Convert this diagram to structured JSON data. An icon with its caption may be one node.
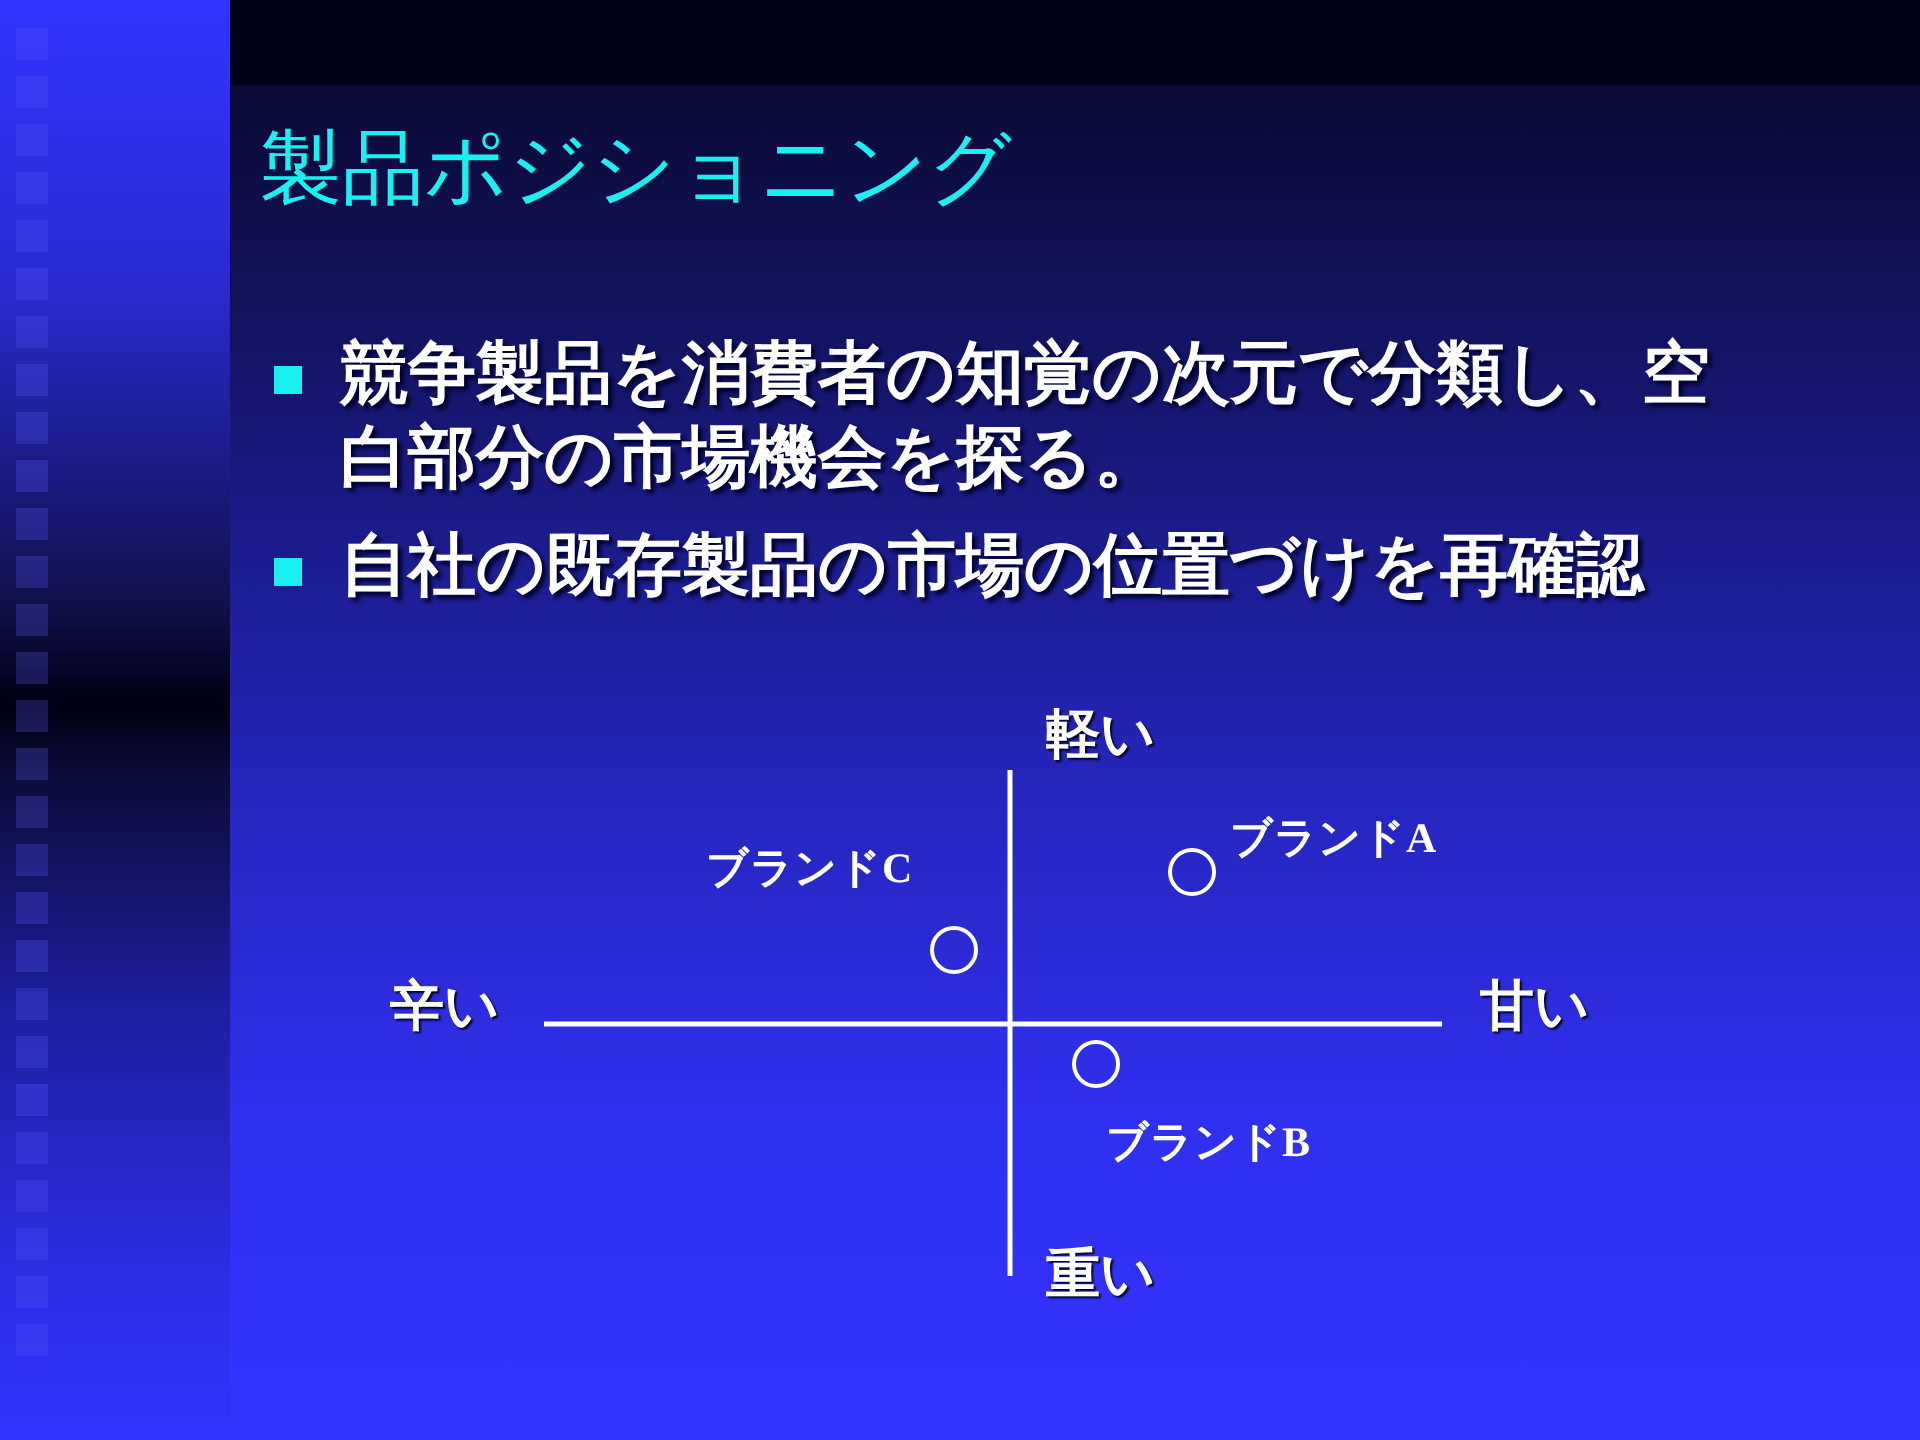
{
  "diagram": {
    "title": "製品ポジショニング",
    "nodes": [
      {
        "text": [],
        "shape": "circle",
        "beside": [
          "ブランドA"
        ]
      },
      {
        "text": [],
        "shape": "circle",
        "beside": [
          "ブランドC"
        ]
      },
      {
        "text": [],
        "shape": "circle",
        "beside": [
          "ブランドB"
        ]
      }
    ],
    "labels": [
      "競争製品を消費者の知覚の次元で分類し、空白部分の市場機会を探る。",
      "自社の既存製品の市場の位置づけを再確認",
      "軽い",
      "辛い",
      "甘い",
      "重い"
    ]
  }
}
